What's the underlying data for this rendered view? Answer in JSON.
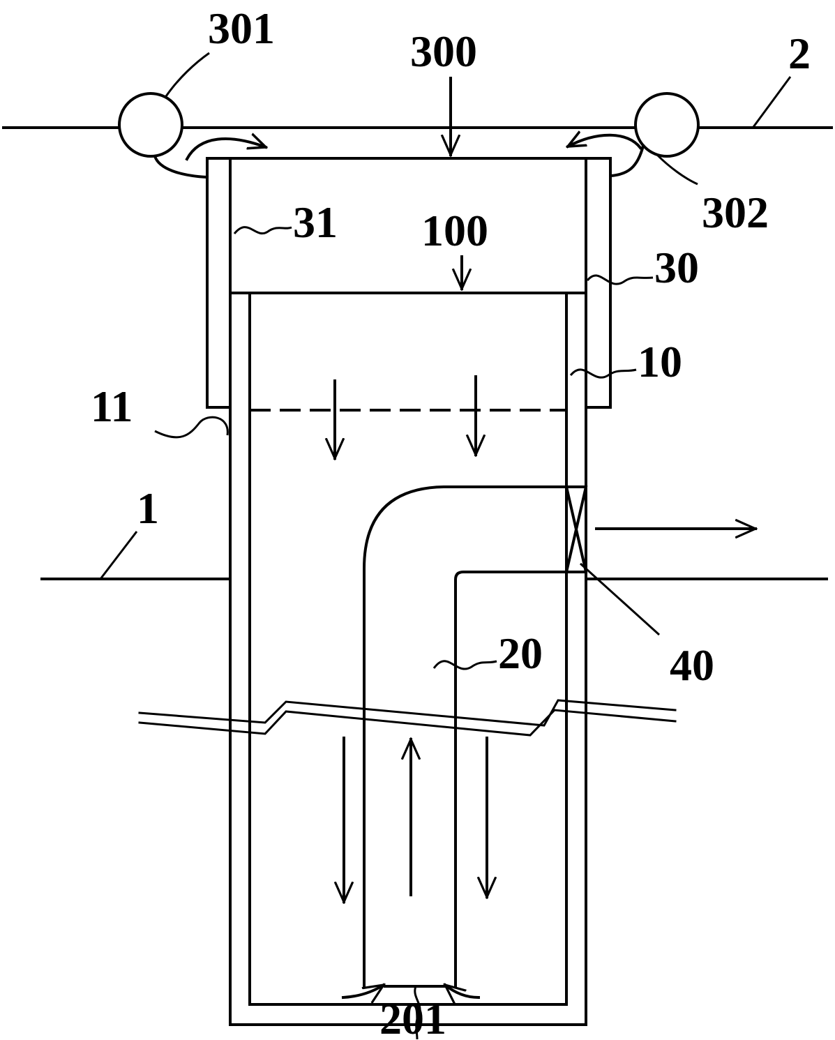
{
  "diagram": {
    "labels": {
      "pump_1": "301",
      "top_plate": "300",
      "line_2": "2",
      "pump_2": "302",
      "wall_31": "31",
      "roof_100": "100",
      "sleeve_30": "30",
      "wall_10": "10",
      "edge_11": "11",
      "ground_line": "1",
      "valve": "40",
      "inner_pipe": "20",
      "pipe_inlet": "201"
    },
    "colors": {
      "stroke": "#000000",
      "background": "#ffffff"
    }
  }
}
